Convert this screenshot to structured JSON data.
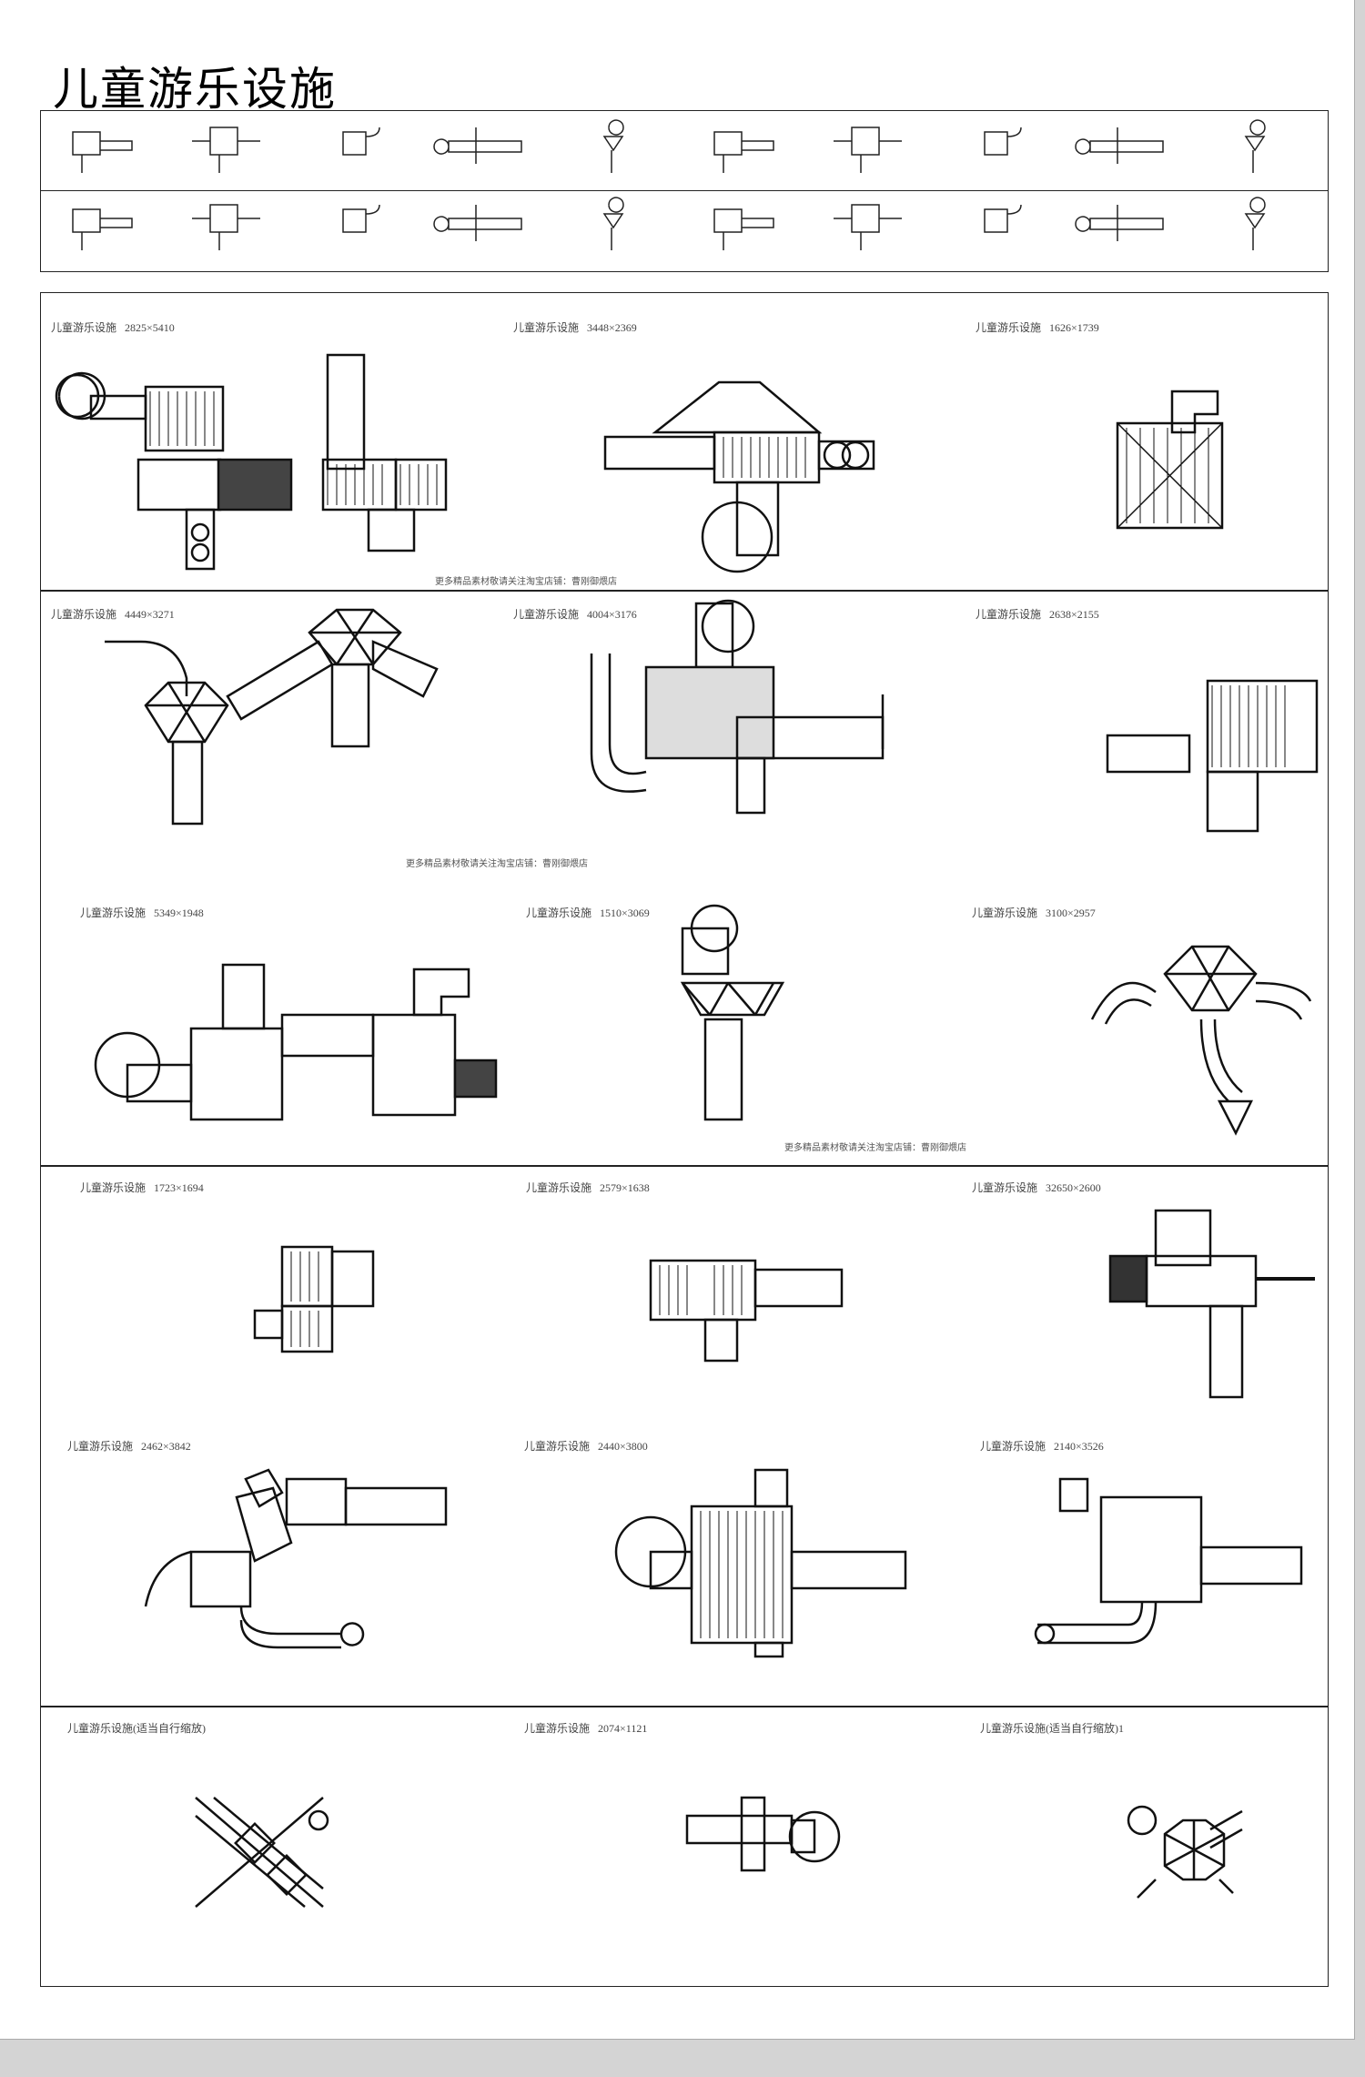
{
  "title": "儿童游乐设施",
  "note": "更多精品素材敬请关注淘宝店铺：曹刚御煨店",
  "items": [
    {
      "label": "儿童游乐设施",
      "size": "2825×5410"
    },
    {
      "label": "儿童游乐设施",
      "size": "3448×2369"
    },
    {
      "label": "儿童游乐设施",
      "size": "1626×1739"
    },
    {
      "label": "儿童游乐设施",
      "size": "4449×3271"
    },
    {
      "label": "儿童游乐设施",
      "size": "4004×3176"
    },
    {
      "label": "儿童游乐设施",
      "size": "2638×2155"
    },
    {
      "label": "儿童游乐设施",
      "size": "5349×1948"
    },
    {
      "label": "儿童游乐设施",
      "size": "1510×3069"
    },
    {
      "label": "儿童游乐设施",
      "size": "3100×2957"
    },
    {
      "label": "儿童游乐设施",
      "size": "1723×1694"
    },
    {
      "label": "儿童游乐设施",
      "size": "2579×1638"
    },
    {
      "label": "儿童游乐设施",
      "size": "32650×2600"
    },
    {
      "label": "儿童游乐设施",
      "size": "2462×3842"
    },
    {
      "label": "儿童游乐设施",
      "size": "2440×3800"
    },
    {
      "label": "儿童游乐设施",
      "size": "2140×3526"
    },
    {
      "label": "儿童游乐设施(适当自行缩放)",
      "size": ""
    },
    {
      "label": "儿童游乐设施",
      "size": "2074×1121"
    },
    {
      "label": "儿童游乐设施(适当自行缩放)1",
      "size": ""
    }
  ]
}
